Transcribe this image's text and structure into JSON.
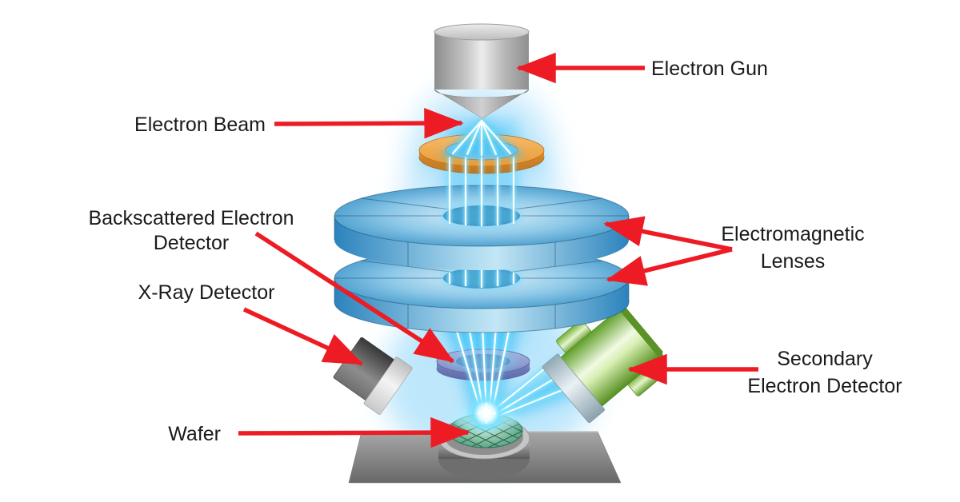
{
  "labels": {
    "electron_gun": "Electron Gun",
    "electron_beam": "Electron Beam",
    "backscattered_detector_line1": "Backscattered Electron",
    "backscattered_detector_line2": "Detector",
    "xray_detector": "X-Ray Detector",
    "electromagnetic_lenses_line1": "Electromagnetic",
    "electromagnetic_lenses_line2": "Lenses",
    "secondary_detector_line1": "Secondary",
    "secondary_detector_line2": "Electron Detector",
    "wafer": "Wafer"
  },
  "colors": {
    "accent_red": "#ED1C24",
    "label_color": "#1a1a1a",
    "beam_cyan": "#2fb9f2",
    "beam_core_white": "#ffffff",
    "lens_blue": "#2f8cc4",
    "aperture_orange": "#eda043",
    "bsd_ring_blue": "#8a97cc",
    "secondary_detector_green": "#76b73a",
    "xray_detector_gray": "#5a5a5a",
    "gun_metal_gray": "#b5b5b5",
    "wafer_teal": "#4f9a7e",
    "platform_gray": "#8a8a8a",
    "background": "#ffffff"
  }
}
